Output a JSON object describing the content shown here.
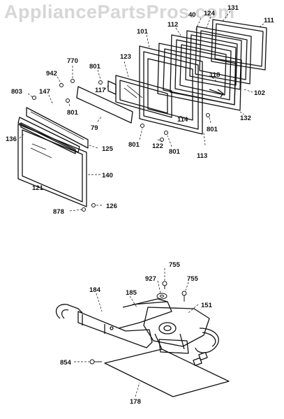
{
  "watermark": "AppliancePartsPros.com",
  "labels": {
    "l131": "131",
    "l124": "124",
    "l40": "40",
    "l111": "111",
    "l112": "112",
    "l101": "101",
    "l770": "770",
    "l942": "942",
    "l801a": "801",
    "l123": "123",
    "l118": "118",
    "l102": "102",
    "l803": "803",
    "l147": "147",
    "l117": "117",
    "l801b": "801",
    "l79": "79",
    "l136": "136",
    "l114": "114",
    "l132": "132",
    "l801c": "801",
    "l125": "125",
    "l801d": "801",
    "l122": "122",
    "l801e": "801",
    "l113": "113",
    "l140": "140",
    "l121": "121",
    "l126": "126",
    "l878": "878",
    "l755a": "755",
    "l927": "927",
    "l755b": "755",
    "l184": "184",
    "l185": "185",
    "l151": "151",
    "l854": "854",
    "l178": "178"
  }
}
